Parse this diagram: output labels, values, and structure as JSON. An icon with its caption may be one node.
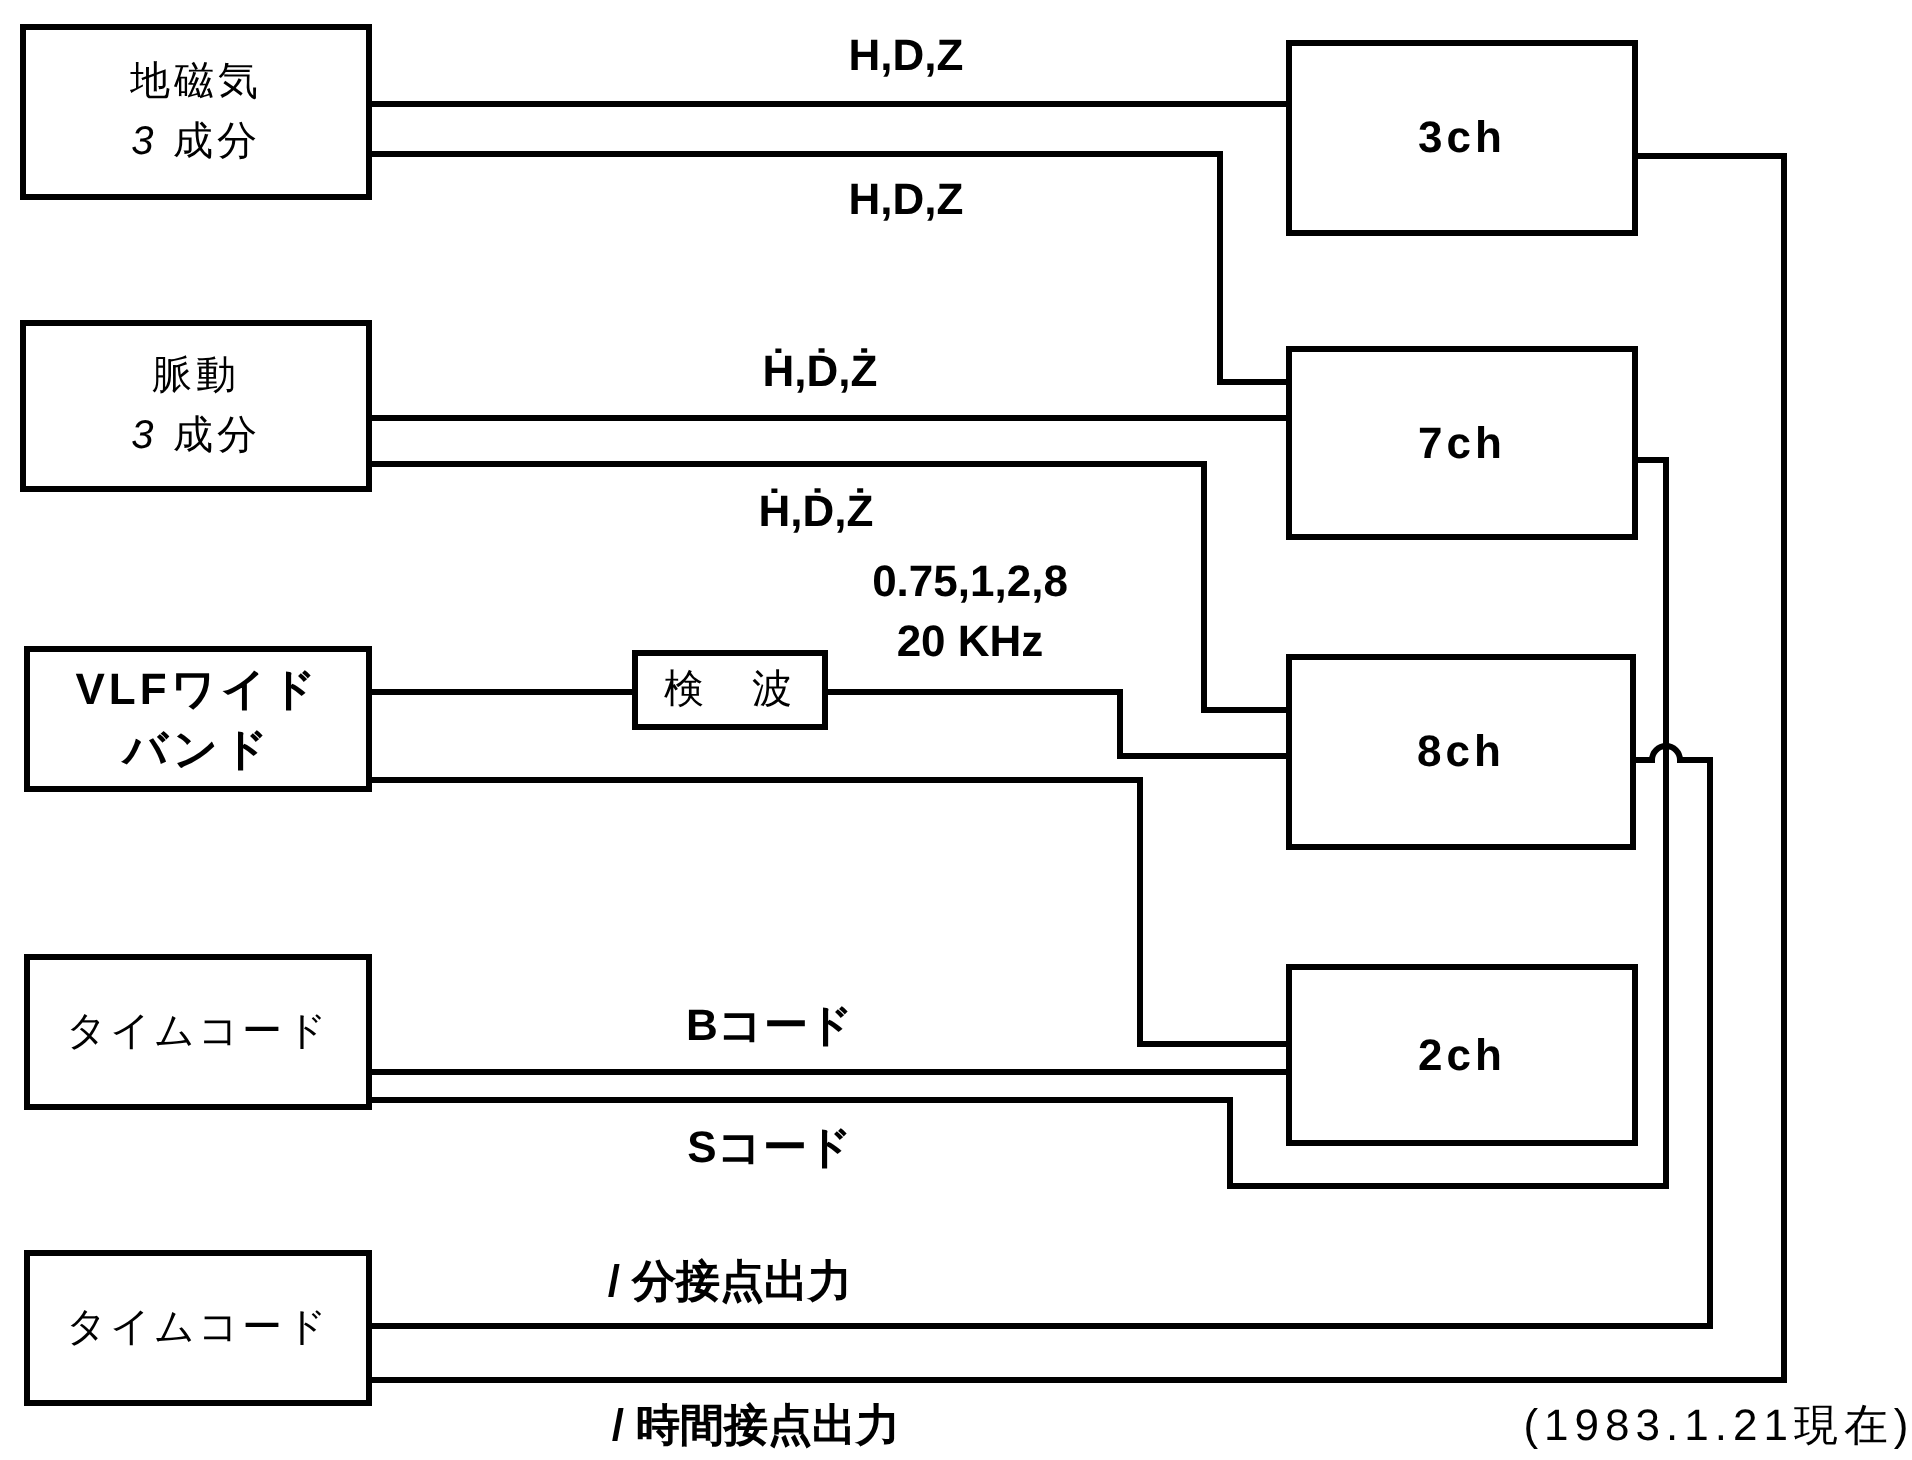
{
  "diagram": {
    "nodes": [
      {
        "text": [
          "地磁気",
          "*3* 成分"
        ]
      },
      {
        "text": [
          "3ch"
        ]
      },
      {
        "text": [
          "脈動",
          "*3* 成分"
        ]
      },
      {
        "text": [
          "7ch"
        ]
      },
      {
        "text": [
          "VLFワイド",
          "バンド"
        ]
      },
      {
        "text": [
          "検　波"
        ]
      },
      {
        "text": [
          "8ch"
        ]
      },
      {
        "text": [
          "タイムコード"
        ]
      },
      {
        "text": [
          "2ch"
        ]
      },
      {
        "text": [
          "タイムコード"
        ]
      }
    ],
    "edges": [
      {
        "from": 0,
        "to": 1,
        "arrow": "none",
        "label": "H,D,Z"
      },
      {
        "from": 0,
        "to": 3,
        "arrow": "none",
        "label": "H,D,Z"
      },
      {
        "from": 2,
        "to": 3,
        "arrow": "none",
        "label": "Ḣ,Ḋ,Ż"
      },
      {
        "from": 2,
        "to": 6,
        "arrow": "none",
        "label": "Ḣ,Ḋ,Ż"
      },
      {
        "from": 4,
        "to": 5,
        "arrow": "none"
      },
      {
        "from": 5,
        "to": 6,
        "arrow": "none",
        "label": "0.75,1,2,8 20 KHz"
      },
      {
        "from": 4,
        "to": 8,
        "arrow": "none"
      },
      {
        "from": 7,
        "to": 8,
        "arrow": "none",
        "label": "Bコード"
      },
      {
        "from": 7,
        "to": 3,
        "arrow": "none",
        "label": "Sコード"
      },
      {
        "from": 6,
        "to": 9,
        "arrow": "none",
        "label": "/ 分接点出力"
      },
      {
        "from": 1,
        "to": 9,
        "arrow": "none",
        "label": "/ 時間接点出力"
      }
    ],
    "labels": [
      "(1983.1.21現在)"
    ]
  }
}
